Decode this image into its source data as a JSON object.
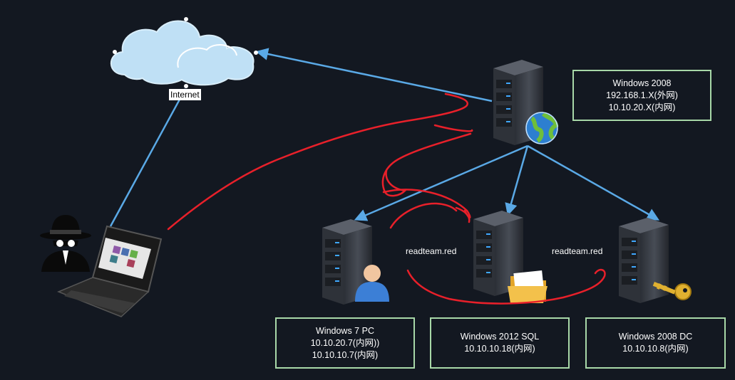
{
  "internet": {
    "label": "Internet"
  },
  "web_server": {
    "name": "Windows 2008",
    "ip_external": "192.168.1.X(外网)",
    "ip_internal": "10.10.20.X(内网)"
  },
  "pc": {
    "name": "Windows 7 PC",
    "ip1": "10.10.20.7(内网))",
    "ip2": "10.10.10.7(内网)"
  },
  "sql": {
    "name": "Windows 2012 SQL",
    "ip": "10.10.10.18(内网)"
  },
  "dc": {
    "name": "Windows 2008 DC",
    "ip": "10.10.10.8(内网)"
  },
  "links": {
    "pc_to_sql": "readteam.red",
    "sql_to_dc": "readteam.red"
  },
  "colors": {
    "background": "#131821",
    "connector": "#5aa9e6",
    "attack_path": "#e8202a",
    "box_border": "#a8d8a8",
    "cloud": "#bfe0f5"
  },
  "icons": [
    "hacker-icon",
    "laptop-icon",
    "cloud-icon",
    "server-icon",
    "globe-icon",
    "user-icon",
    "folder-icon",
    "key-icon"
  ]
}
